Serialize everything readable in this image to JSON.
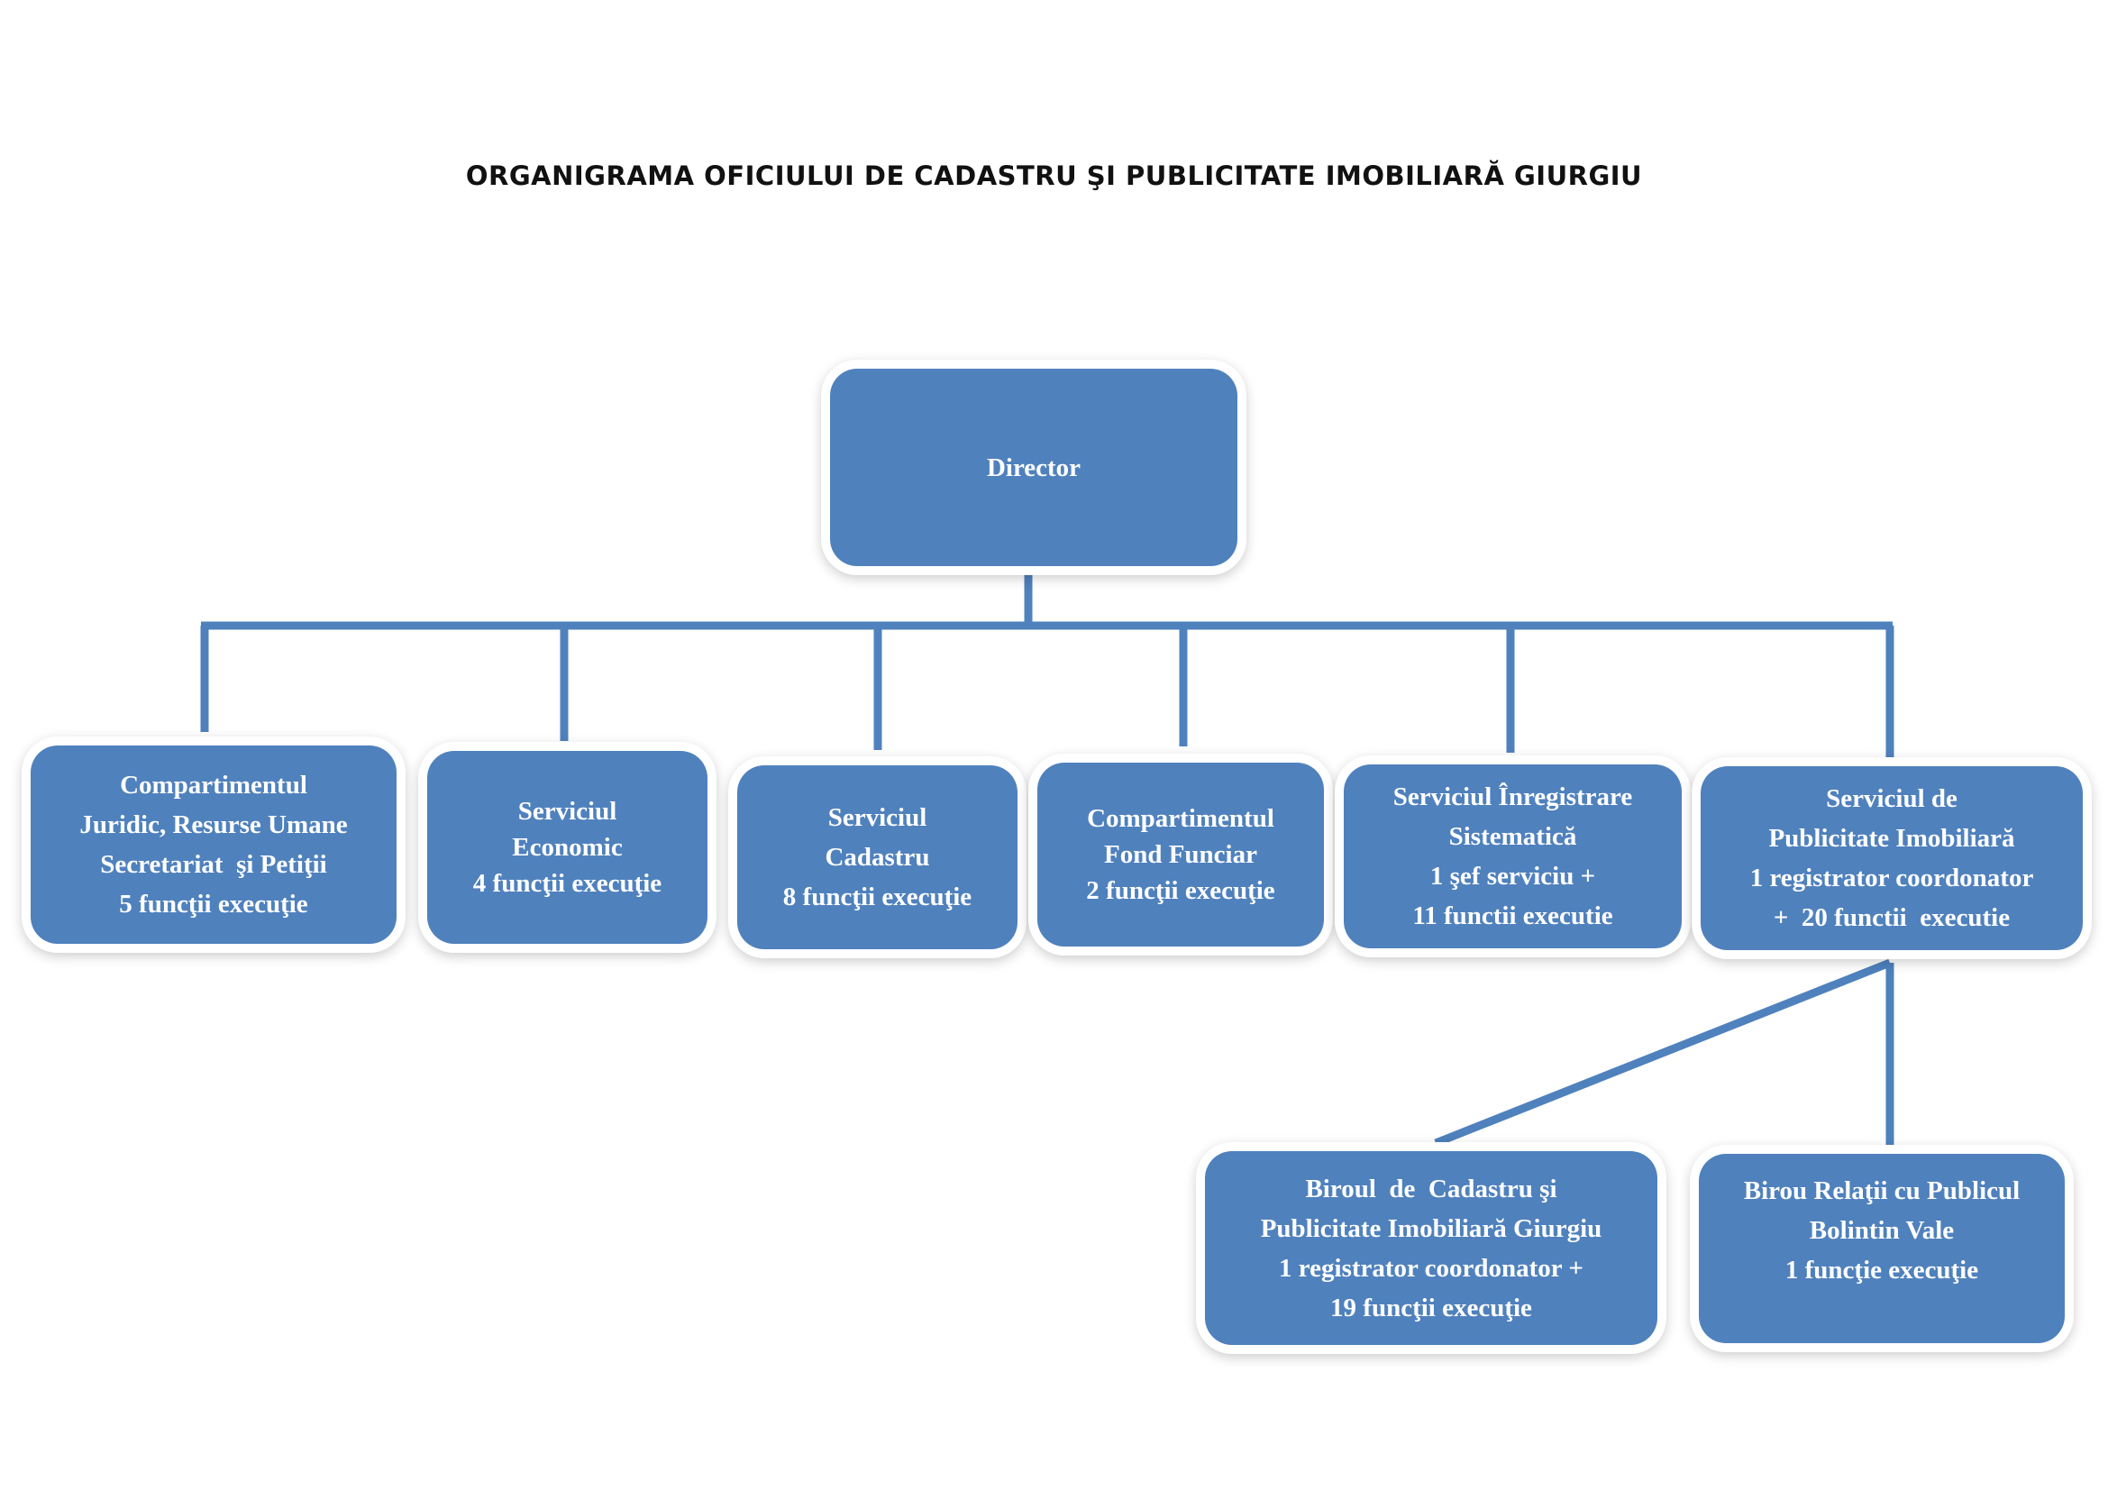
{
  "title": "ORGANIGRAMA OFICIULUI DE CADASTRU ŞI PUBLICITATE IMOBILIARĂ GIURGIU",
  "colors": {
    "box_fill": "#4f81bd",
    "connector": "#4f81bd",
    "box_text": "#ffffff"
  },
  "director": {
    "lines": [
      "Director"
    ]
  },
  "departments": [
    {
      "lines": [
        "Compartimentul",
        "Juridic, Resurse Umane",
        "Secretariat  şi Petiţii",
        "5 funcţii execuţie"
      ]
    },
    {
      "lines": [
        "Serviciul",
        "Economic",
        "4 funcţii execuţie"
      ]
    },
    {
      "lines": [
        "Serviciul",
        "Cadastru",
        "8 funcţii execuţie"
      ]
    },
    {
      "lines": [
        "Compartimentul",
        "Fond Funciar",
        "2 funcţii execuţie"
      ]
    },
    {
      "lines": [
        "Serviciul Înregistrare",
        "Sistematică",
        "1 şef serviciu +",
        "11 functii executie"
      ]
    },
    {
      "lines": [
        "Serviciul de",
        "Publicitate Imobiliară",
        "1 registrator coordonator",
        "+  20 functii  executie"
      ]
    }
  ],
  "sub_offices": [
    {
      "lines": [
        "Biroul  de  Cadastru şi",
        "Publicitate Imobiliară Giurgiu",
        "1 registrator coordonator +",
        "19 funcţii execuţie"
      ]
    },
    {
      "lines": [
        "Birou Relaţii cu Publicul",
        "Bolintin Vale",
        "1 funcţie execuţie"
      ]
    }
  ]
}
